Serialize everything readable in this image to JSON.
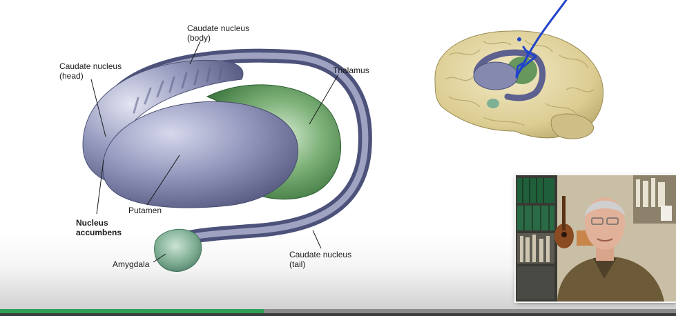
{
  "labels": {
    "caudate_body": [
      "Caudate nucleus",
      "(body)"
    ],
    "caudate_head": [
      "Caudate nucleus",
      "(head)"
    ],
    "thalamus": "Thalamus",
    "putamen": "Putamen",
    "nucleus_accumbens": [
      "Nucleus",
      "accumbens"
    ],
    "amygdala": "Amygdala",
    "caudate_tail": [
      "Caudate nucleus",
      "(tail)"
    ]
  },
  "video": {
    "progress_fraction": 0.39
  },
  "colors": {
    "basal_ganglia": "#7d82a8",
    "thalamus": "#4f8a4c",
    "amygdala": "#6fa388",
    "brain": "#e4d7a4",
    "annotation_pen": "#2143c9",
    "progress": "#2e9e55"
  }
}
